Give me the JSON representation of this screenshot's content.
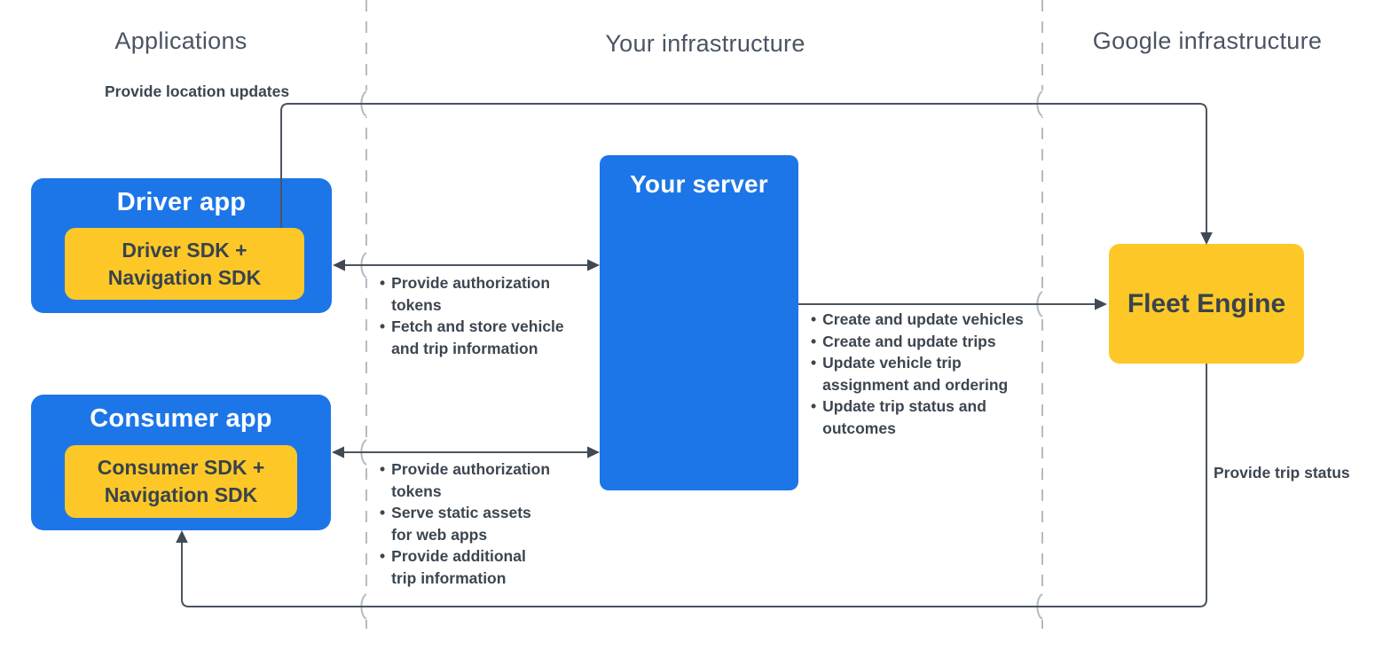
{
  "columns": [
    {
      "label": "Applications"
    },
    {
      "label": "Your infrastructure"
    },
    {
      "label": "Google infrastructure"
    }
  ],
  "nodes": {
    "driver_app": {
      "title": "Driver app",
      "sdk_lines": [
        "Driver SDK +",
        "Navigation SDK"
      ]
    },
    "consumer_app": {
      "title": "Consumer app",
      "sdk_lines": [
        "Consumer SDK +",
        "Navigation SDK"
      ]
    },
    "your_server": {
      "title": "Your server"
    },
    "fleet_engine": {
      "title": "Fleet Engine"
    }
  },
  "edge_labels": {
    "location_updates": "Provide location updates",
    "trip_status": "Provide trip status"
  },
  "notes": {
    "driver_server": [
      [
        "Provide authorization",
        "tokens"
      ],
      [
        "Fetch and store vehicle",
        "and trip information"
      ]
    ],
    "consumer_server": [
      [
        "Provide authorization",
        "tokens"
      ],
      [
        "Serve static assets",
        "for web apps"
      ],
      [
        "Provide additional",
        "trip information"
      ]
    ],
    "server_fleet": [
      [
        "Create and update vehicles"
      ],
      [
        "Create and update trips"
      ],
      [
        "Update vehicle trip",
        "assignment and ordering"
      ],
      [
        "Update trip status and",
        "outcomes"
      ]
    ]
  },
  "colors": {
    "blue": "#1c76e8",
    "yellow": "#fdc827",
    "connector": "#4b555f",
    "arrowhead": "#3f4a54",
    "dashed_divider": "#b4bbc3",
    "text_dark": "#3c4650",
    "header_text": "#4a5462"
  }
}
